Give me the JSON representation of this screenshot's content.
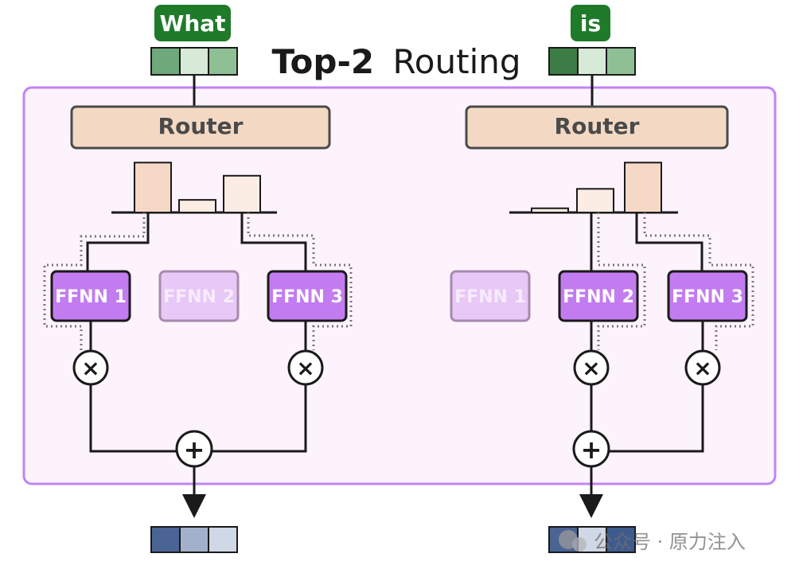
{
  "title": {
    "bold": "Top-2",
    "rest": "Routing"
  },
  "panels": [
    {
      "token": "What",
      "token_colors": [
        "#6fa87b",
        "#d7e9d7",
        "#8fbf94"
      ],
      "router_label": "Router",
      "expert_weights": [
        0.95,
        0.24,
        0.7
      ],
      "experts": [
        {
          "label": "FFNN 1",
          "active": true
        },
        {
          "label": "FFNN 2",
          "active": false
        },
        {
          "label": "FFNN 3",
          "active": true
        }
      ],
      "output_colors": [
        "#4a6494",
        "#a3b0cc",
        "#d0d7e6"
      ]
    },
    {
      "token": "is",
      "token_colors": [
        "#3d7d45",
        "#d7e9d7",
        "#8fbf94"
      ],
      "router_label": "Router",
      "expert_weights": [
        0.08,
        0.45,
        0.95
      ],
      "experts": [
        {
          "label": "FFNN 1",
          "active": false
        },
        {
          "label": "FFNN 2",
          "active": true
        },
        {
          "label": "FFNN 3",
          "active": true
        }
      ],
      "output_colors": [
        "#4a6494",
        "#d0d7e6",
        "#3f5b8e"
      ]
    }
  ],
  "operators": {
    "multiply": "×",
    "add": "+"
  },
  "watermark": "公众号 · 原力注入",
  "colors": {
    "panel_border": "#c084f5",
    "panel_fill": "#fdf3fd",
    "router_fill": "#f3d9c4",
    "router_border": "#4a4a4a",
    "expert_active": "#c27cf0",
    "expert_inactive": "#e8c8f7",
    "token_label_bg": "#1f7a2a",
    "bar_high": "#f5d9c6",
    "bar_low": "#fbece4"
  }
}
